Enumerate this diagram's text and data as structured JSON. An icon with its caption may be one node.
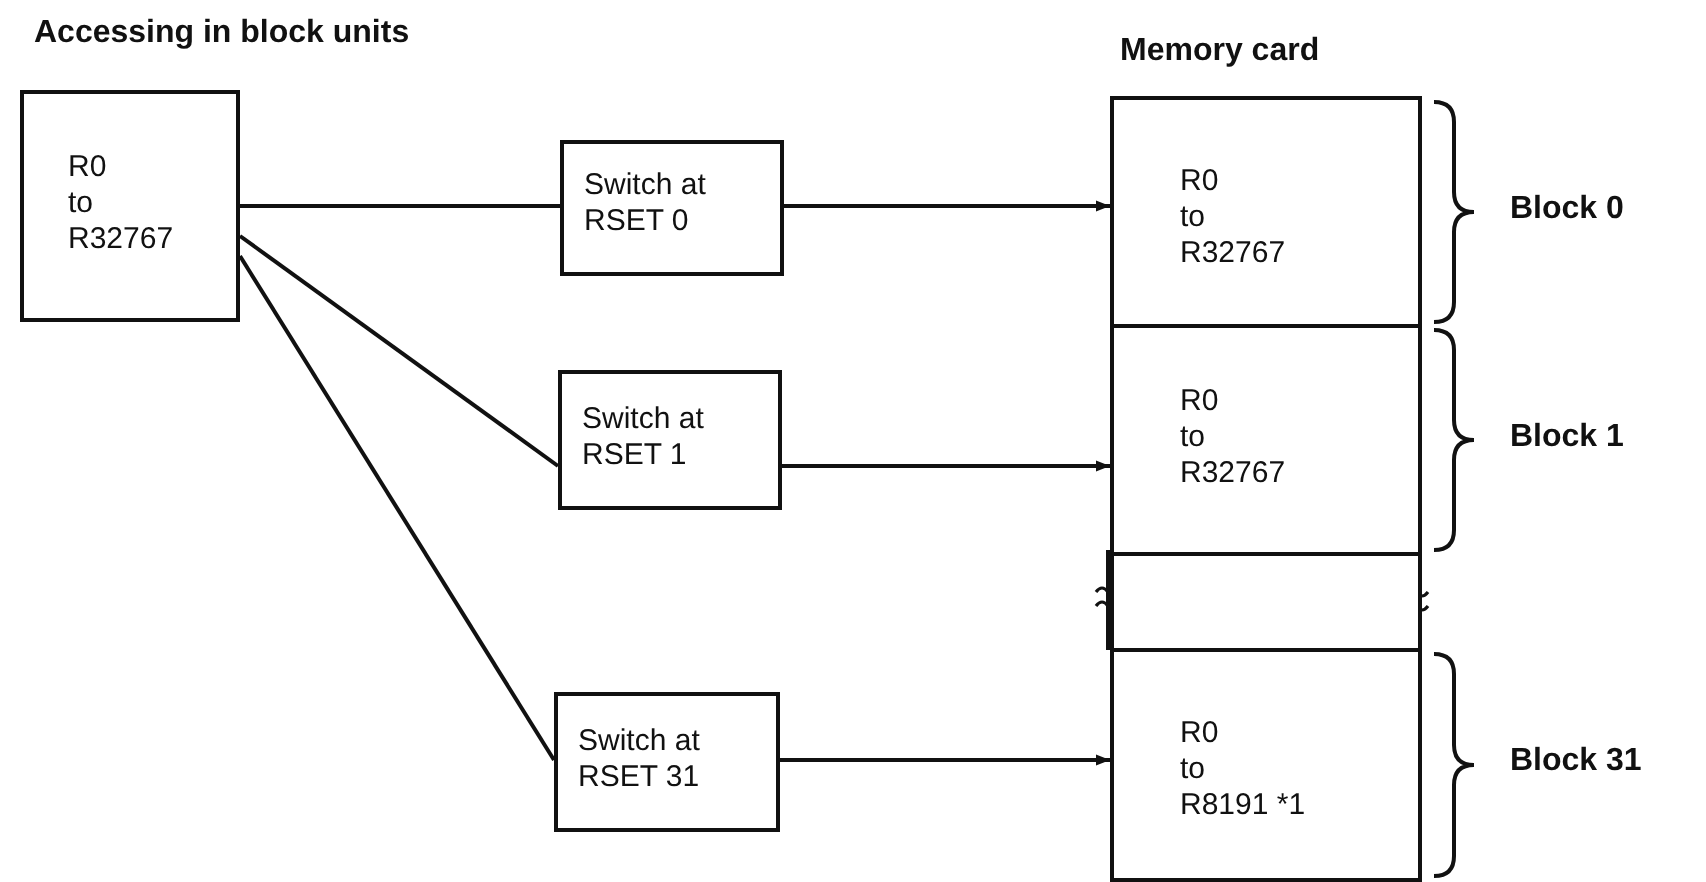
{
  "diagram": {
    "nodes": [
      {
        "text": [
          "R0 to R32767"
        ]
      },
      {
        "text": [
          "Switch at RSET 0"
        ]
      },
      {
        "text": [
          "Switch at RSET 1"
        ]
      },
      {
        "text": [
          "Switch at RSET 31"
        ]
      },
      {
        "text": [
          "Memory card"
        ]
      },
      {
        "text": [
          "R0 to R32767"
        ],
        "in": 4,
        "beside": [
          "Block 0"
        ]
      },
      {
        "text": [
          "R0 to R32767"
        ],
        "in": 4,
        "beside": [
          "Block 1"
        ]
      },
      {
        "text": [
          "R0 to R8191 *1"
        ],
        "in": 4,
        "beside": [
          "Block 31"
        ]
      }
    ],
    "edges": [
      {
        "from": 0,
        "to": 1,
        "arrow": "none"
      },
      {
        "from": 0,
        "to": 2,
        "arrow": "none"
      },
      {
        "from": 0,
        "to": 3,
        "arrow": "none"
      },
      {
        "from": 1,
        "to": 5,
        "arrow": "to"
      },
      {
        "from": 2,
        "to": 6,
        "arrow": "to"
      },
      {
        "from": 3,
        "to": 7,
        "arrow": "to"
      }
    ],
    "labels": [
      "Accessing in block units"
    ]
  }
}
